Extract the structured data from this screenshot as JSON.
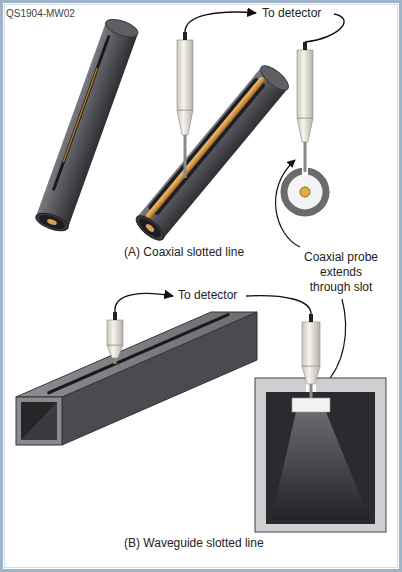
{
  "diagram": {
    "labels": [
      "QS1904-MW02",
      "To detector",
      "(A) Coaxial slotted line",
      "Coaxial probe extends through slot",
      "To detector",
      "(B) Waveguide slotted line"
    ]
  }
}
